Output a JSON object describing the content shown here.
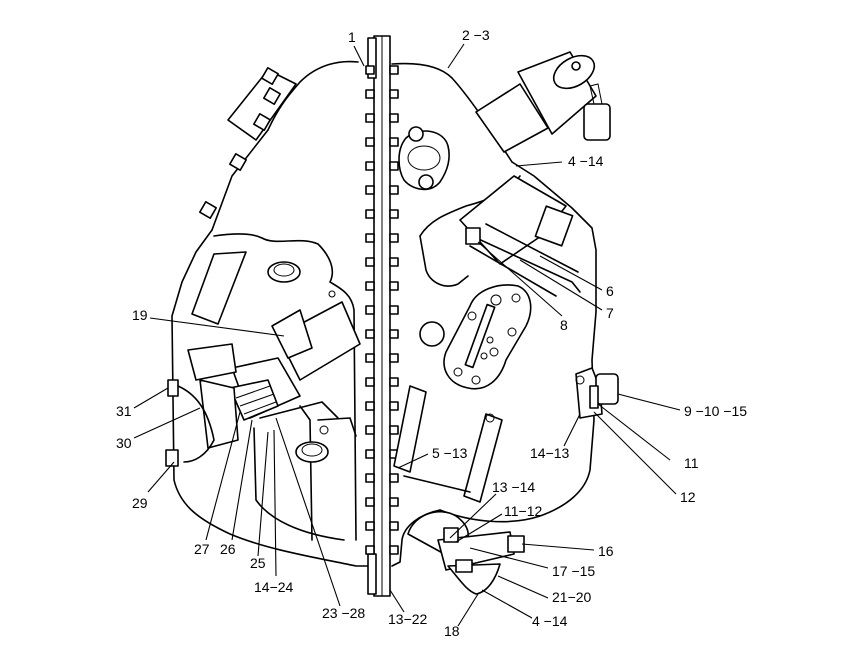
{
  "callouts": [
    {
      "id": "c1",
      "text": "1"
    },
    {
      "id": "c2",
      "text": "2 −3"
    },
    {
      "id": "c3",
      "text": "4 −14"
    },
    {
      "id": "c4",
      "text": "6"
    },
    {
      "id": "c5",
      "text": "7"
    },
    {
      "id": "c6",
      "text": "8"
    },
    {
      "id": "c7",
      "text": "9 −10 −15"
    },
    {
      "id": "c8",
      "text": "11"
    },
    {
      "id": "c9",
      "text": "12"
    },
    {
      "id": "c10",
      "text": "14−13"
    },
    {
      "id": "c11",
      "text": "5 −13"
    },
    {
      "id": "c12",
      "text": "13 −14"
    },
    {
      "id": "c13",
      "text": "11−12"
    },
    {
      "id": "c14",
      "text": "16"
    },
    {
      "id": "c15",
      "text": "17 −15"
    },
    {
      "id": "c16",
      "text": "21−20"
    },
    {
      "id": "c17",
      "text": "4 −14"
    },
    {
      "id": "c18",
      "text": "18"
    },
    {
      "id": "c19",
      "text": "13−22"
    },
    {
      "id": "c20",
      "text": "23 −28"
    },
    {
      "id": "c21",
      "text": "14−24"
    },
    {
      "id": "c22",
      "text": "25"
    },
    {
      "id": "c23",
      "text": "26"
    },
    {
      "id": "c24",
      "text": "27"
    },
    {
      "id": "c25",
      "text": "29"
    },
    {
      "id": "c26",
      "text": "30"
    },
    {
      "id": "c27",
      "text": "31"
    },
    {
      "id": "c28",
      "text": "19"
    }
  ],
  "colors": {
    "ink": "#000000",
    "paper": "#ffffff"
  }
}
